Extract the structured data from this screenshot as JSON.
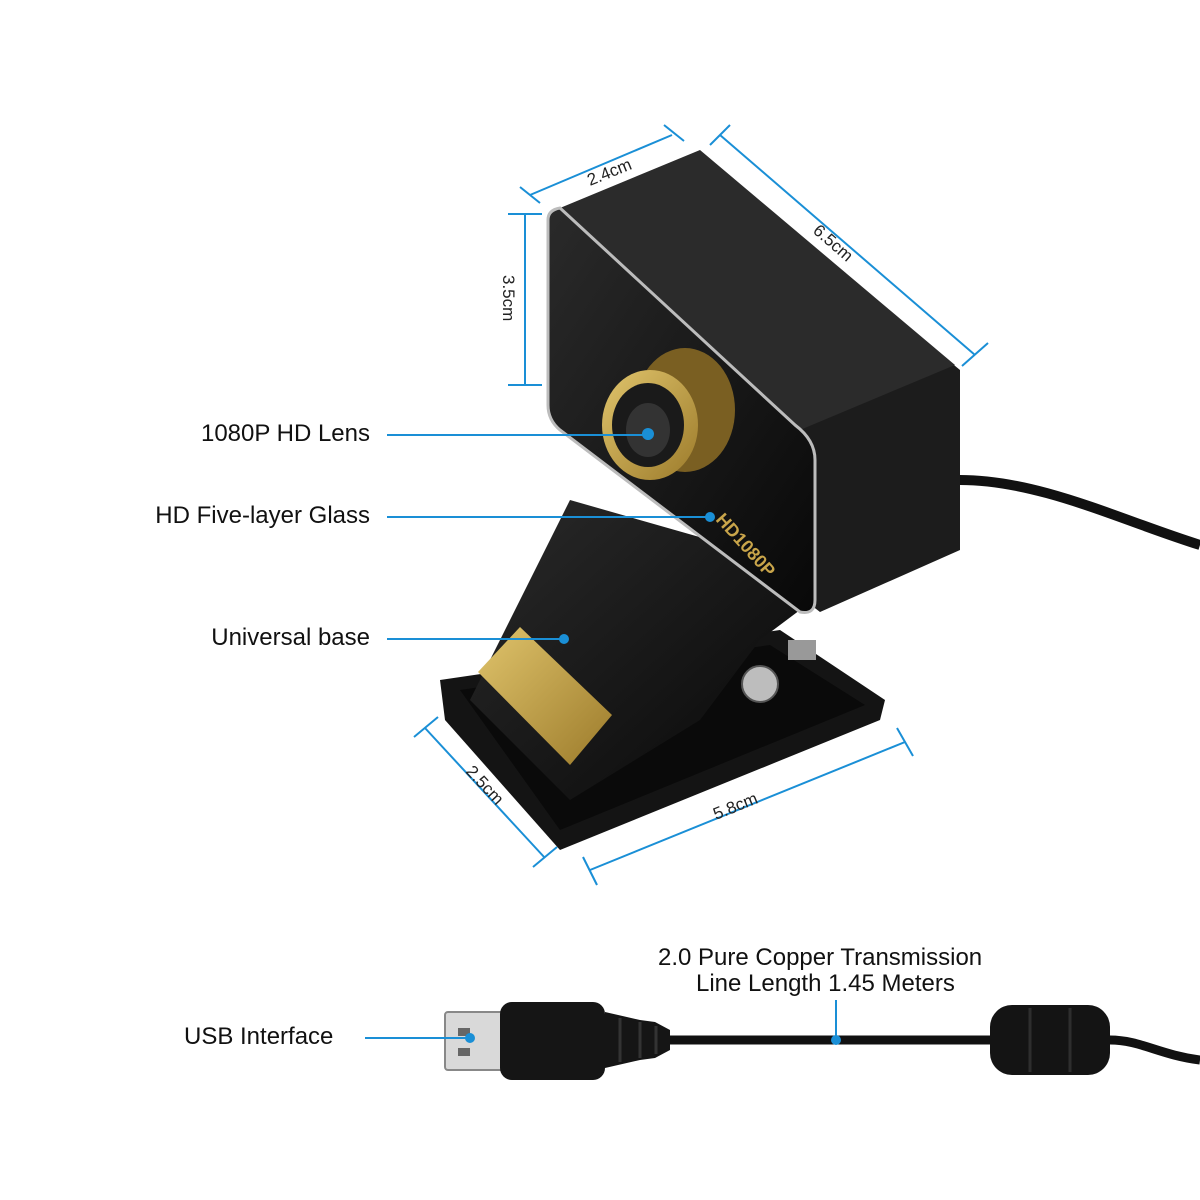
{
  "callouts": {
    "lens": "1080P HD Lens",
    "glass": "HD Five-layer Glass",
    "base": "Universal base",
    "usb": "USB Interface",
    "cable_line1": "2.0 Pure Copper Transmission",
    "cable_line2": "Line Length 1.45 Meters"
  },
  "dimensions": {
    "depth_top": "2.4cm",
    "width_top": "6.5cm",
    "height": "3.5cm",
    "base_depth": "2.5cm",
    "base_width": "5.8cm"
  },
  "camera_print": "HD1080P",
  "colors": {
    "accent_line": "#1a8fd6",
    "body": "#151515",
    "gold": "#c9a54a"
  }
}
